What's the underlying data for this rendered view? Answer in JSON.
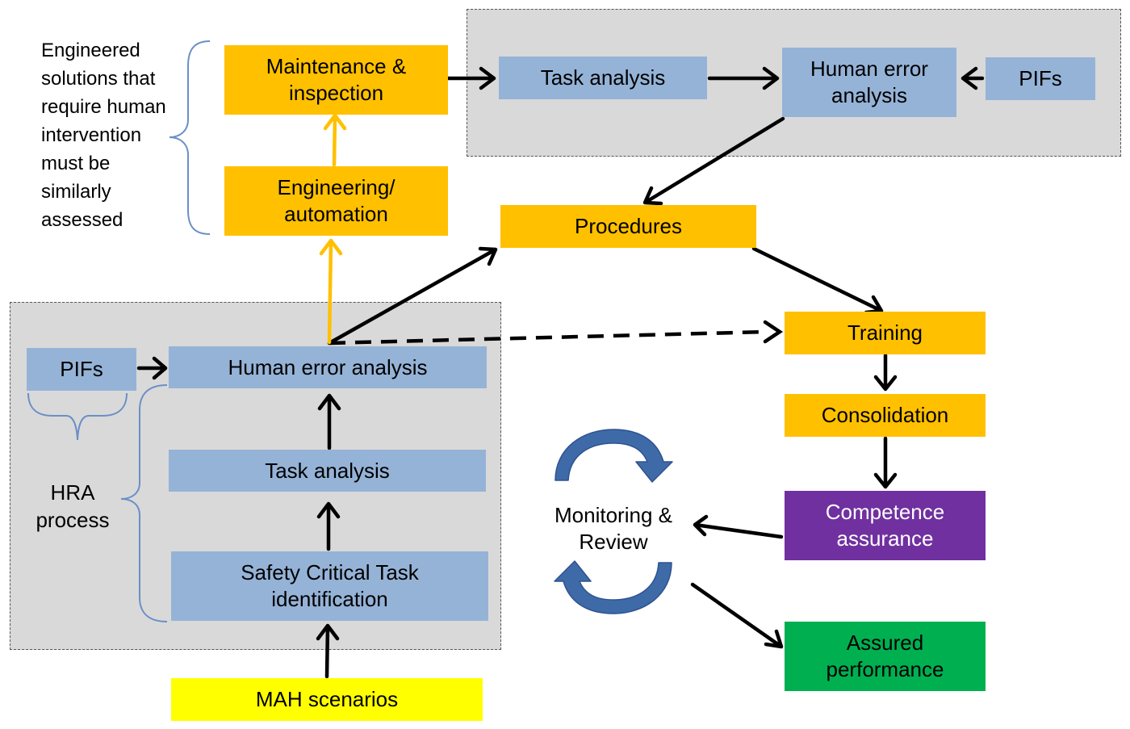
{
  "note": {
    "text": "Engineered\nsolutions that\nrequire human\nintervention\nmust be\nsimilarly\nassessed"
  },
  "hra_label": {
    "text": "HRA\nprocess"
  },
  "monitoring": {
    "text": "Monitoring &\nReview"
  },
  "boxes": {
    "maintenance": "Maintenance &\ninspection",
    "engineering": "Engineering/\nautomation",
    "task_analysis_top": "Task analysis",
    "human_error_top": "Human error\nanalysis",
    "pifs_top": "PIFs",
    "procedures": "Procedures",
    "training": "Training",
    "consolidation": "Consolidation",
    "competence": "Competence\nassurance",
    "assured": "Assured\nperformance",
    "pifs_left": "PIFs",
    "human_error_left": "Human error analysis",
    "task_analysis_left": "Task analysis",
    "sct": "Safety Critical Task\nidentification",
    "mah": "MAH scenarios"
  },
  "colors": {
    "orange": "#ffc000",
    "blue": "#95b3d7",
    "yellow": "#ffff00",
    "purple": "#7030a0",
    "green": "#00b050",
    "panel": "#d9d9d9",
    "arrow": "#000000",
    "orange_arrow": "#ffc000",
    "brace": "#6b8fc7",
    "cycle": "#3f6aa8"
  }
}
